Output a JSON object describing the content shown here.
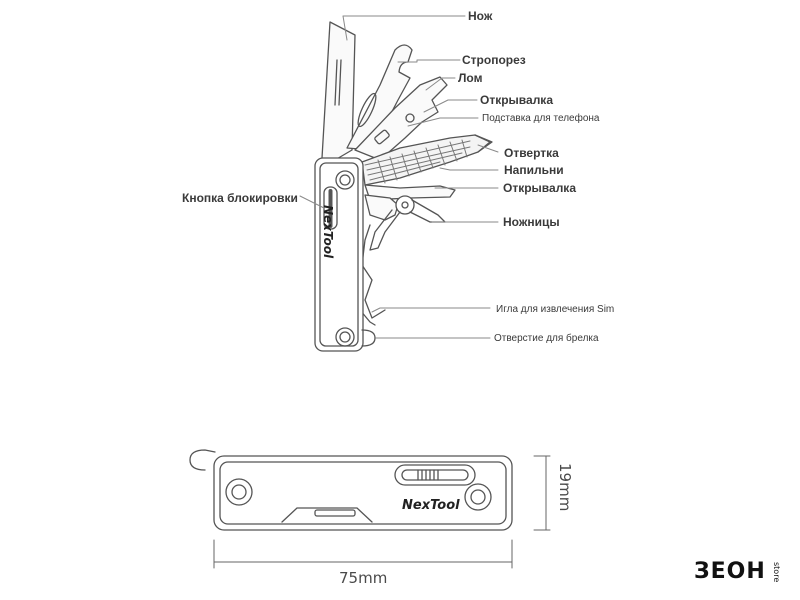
{
  "labels": {
    "knife": "Нож",
    "strap_cutter": "Стропорез",
    "crowbar": "Лом",
    "opener_top": "Открывалка",
    "phone_stand": "Подставка для телефона",
    "screwdriver": "Отвертка",
    "file": "Напильни",
    "opener_bottom": "Открывалка",
    "scissors": "Ножницы",
    "lock_button": "Кнопка блокировки",
    "sim_needle": "Игла для извлечения Sim",
    "keychain_hole": "Отверстие для брелка"
  },
  "brand": "NexTool",
  "dimensions": {
    "width": "75mm",
    "height": "19mm"
  },
  "logo": {
    "main": "ЗЕОН",
    "sub": "store"
  },
  "colors": {
    "line": "#555555",
    "text": "#3a3a3a"
  }
}
